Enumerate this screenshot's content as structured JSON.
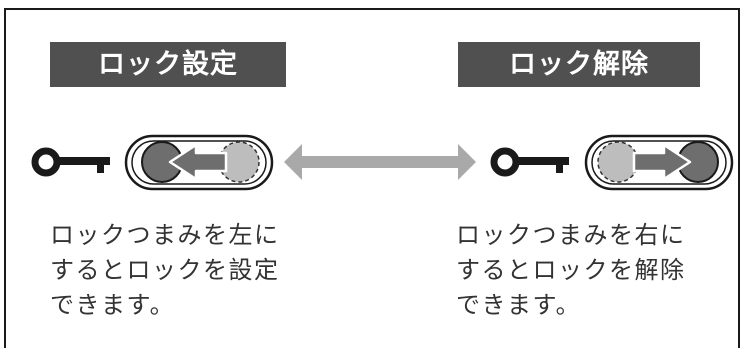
{
  "lock": {
    "title": "ロック設定",
    "description": "ロックつまみを左に\nするとロックを設定\nできます。"
  },
  "unlock": {
    "title": "ロック解除",
    "description": "ロックつまみを右に\nするとロックを解除\nできます。"
  },
  "colors": {
    "label_bg": "#505050",
    "knob_dark": "#6e6e6e",
    "knob_light": "#bdbdbd",
    "double_arrow": "#a9a9a9"
  }
}
